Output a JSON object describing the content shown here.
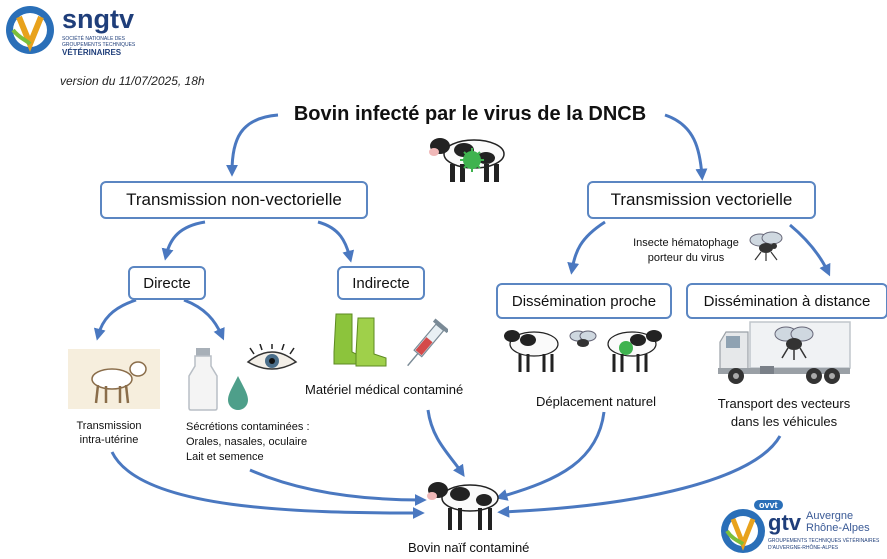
{
  "header": {
    "org_name_top": "sngtv",
    "org_tagline": [
      "SOCIÉTÉ NATIONALE DES",
      "GROUPEMENTS TECHNIQUES",
      "VÉTÉRINAIRES"
    ],
    "version": "version du 11/07/2025, 18h"
  },
  "diagram": {
    "title": "Bovin infecté par le virus de la DNCB",
    "non_vectorial": "Transmission non-vectorielle",
    "vectorial": "Transmission vectorielle",
    "direct": "Directe",
    "indirect": "Indirecte",
    "near": "Dissémination proche",
    "distance": "Dissémination à distance",
    "insect_label": [
      "Insecte hématophage",
      "porteur du virus"
    ],
    "intrauterine": [
      "Transmission",
      "intra-utérine"
    ],
    "secretions": [
      "Sécrétions contaminées :",
      "Orales, nasales, oculaire",
      "Lait et semence"
    ],
    "medical": "Matériel médical contaminé",
    "natural": "Déplacement naturel",
    "transport": [
      "Transport des vecteurs",
      "dans les véhicules"
    ],
    "target": "Bovin naïf contaminé"
  },
  "footer_logo": {
    "badge": "ovvt",
    "name": "gtv",
    "region": [
      "Auvergne",
      "Rhône-Alpes"
    ],
    "tagline": [
      "GROUPEMENTS TECHNIQUES VÉTÉRINAIRES",
      "D'AUVERGNE-RHÔNE-ALPES"
    ]
  },
  "colors": {
    "arrow": "#4a78c0",
    "box_border": "#5b86c2",
    "virus": "#3fb34f",
    "boot": "#8cc43c"
  }
}
